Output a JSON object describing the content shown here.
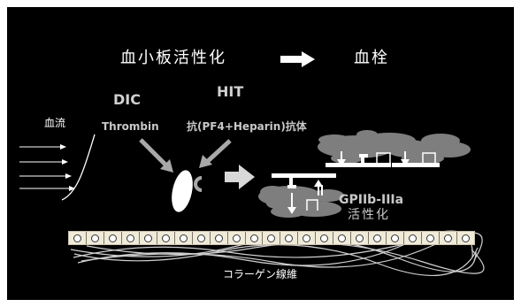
{
  "title_left": "血小板活性化",
  "title_right": "血栓",
  "label_dic": "DIC",
  "label_hit": "HIT",
  "label_blood_flow": "血流",
  "label_thrombin": "Thrombin",
  "label_antibody": "抗(PF4+Heparin)抗体",
  "label_gp_line1": "GPIIb-IIIa",
  "label_gp_line2": "活性化",
  "label_collagen": "コラーゲン線維",
  "endothelial_cell_count": 23,
  "colors": {
    "background": "#000000",
    "text_white": "#ffffff",
    "text_grey": "#c8c8c8",
    "arrow_grey": "#a8a8a8",
    "platelet_grey": "#808080",
    "cell_fill": "#f0ead8"
  }
}
